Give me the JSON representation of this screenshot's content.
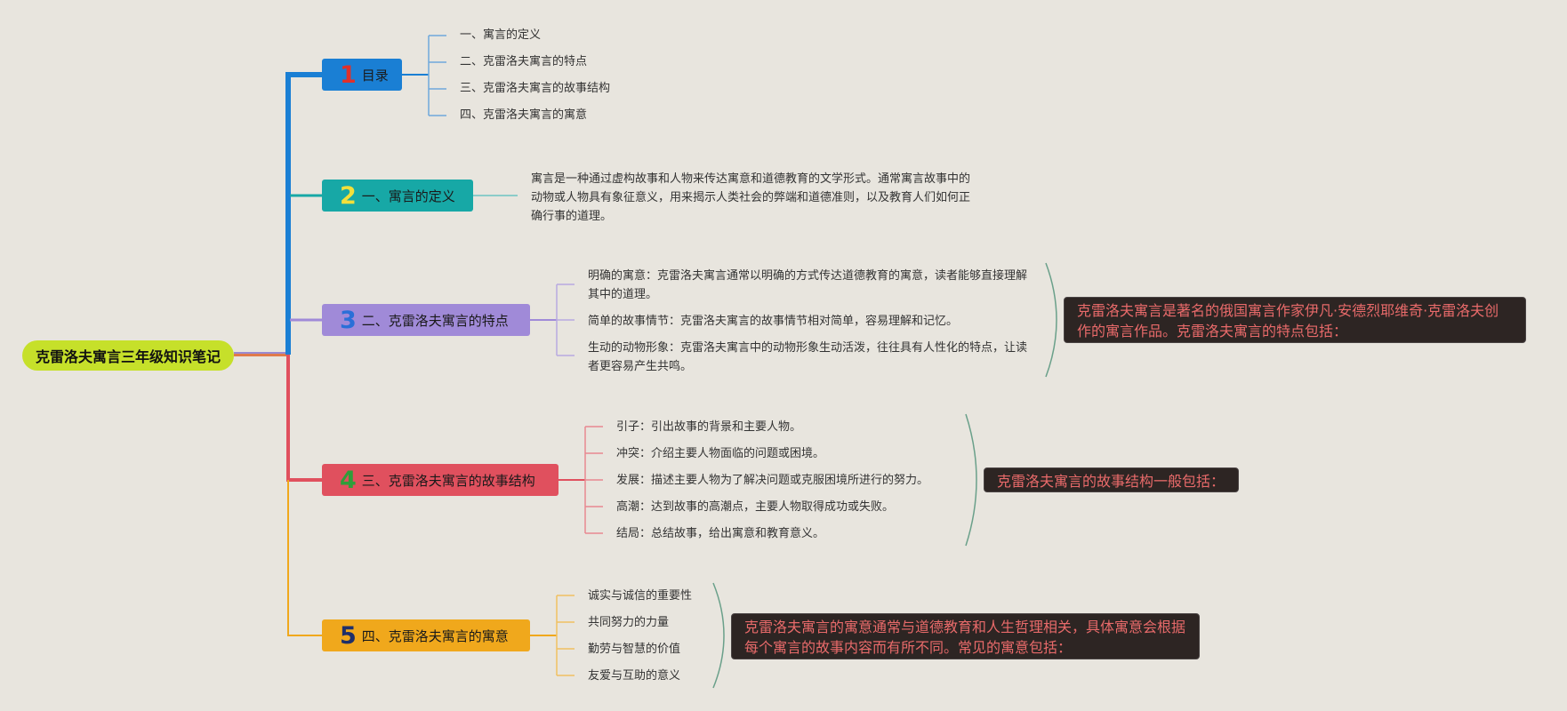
{
  "root": {
    "title": "克雷洛夫寓言三年级知识笔记",
    "color": "#c6e02a"
  },
  "branches": [
    {
      "number": "1",
      "label": "目录",
      "color": "#1a7fd4",
      "number_color": "#e0302a",
      "items": [
        "一、寓言的定义",
        "二、克雷洛夫寓言的特点",
        "三、克雷洛夫寓言的故事结构",
        "四、克雷洛夫寓言的寓意"
      ]
    },
    {
      "number": "2",
      "label": "一、寓言的定义",
      "color": "#17a8a6",
      "number_color": "#f2e03a",
      "items": [
        "寓言是一种通过虚构故事和人物来传达寓意和道德教育的文学形式。通常寓言故事中的动物或人物具有象征意义，用来揭示人类社会的弊端和道德准则，以及教育人们如何正确行事的道理。"
      ]
    },
    {
      "number": "3",
      "label": "二、克雷洛夫寓言的特点",
      "color": "#a08ad8",
      "number_color": "#2a6fd8",
      "items": [
        "明确的寓意：克雷洛夫寓言通常以明确的方式传达道德教育的寓意，读者能够直接理解其中的道理。",
        "简单的故事情节：克雷洛夫寓言的故事情节相对简单，容易理解和记忆。",
        "生动的动物形象：克雷洛夫寓言中的动物形象生动活泼，往往具有人性化的特点，让读者更容易产生共鸣。"
      ],
      "summary": "克雷洛夫寓言是著名的俄国寓言作家伊凡·安德烈耶维奇·克雷洛夫创作的寓言作品。克雷洛夫寓言的特点包括："
    },
    {
      "number": "4",
      "label": "三、克雷洛夫寓言的故事结构",
      "color": "#e0505e",
      "number_color": "#2e9e3a",
      "items": [
        "引子：引出故事的背景和主要人物。",
        "冲突：介绍主要人物面临的问题或困境。",
        "发展：描述主要人物为了解决问题或克服困境所进行的努力。",
        "高潮：达到故事的高潮点，主要人物取得成功或失败。",
        "结局：总结故事，给出寓意和教育意义。"
      ],
      "summary": "克雷洛夫寓言的故事结构一般包括："
    },
    {
      "number": "5",
      "label": "四、克雷洛夫寓言的寓意",
      "color": "#f0a81c",
      "number_color": "#1e2f6a",
      "items": [
        "诚实与诚信的重要性",
        "共同努力的力量",
        "勤劳与智慧的价值",
        "友爱与互助的意义"
      ],
      "summary": "克雷洛夫寓言的寓意通常与道德教育和人生哲理相关，具体寓意会根据每个寓言的故事内容而有所不同。常见的寓意包括："
    }
  ]
}
